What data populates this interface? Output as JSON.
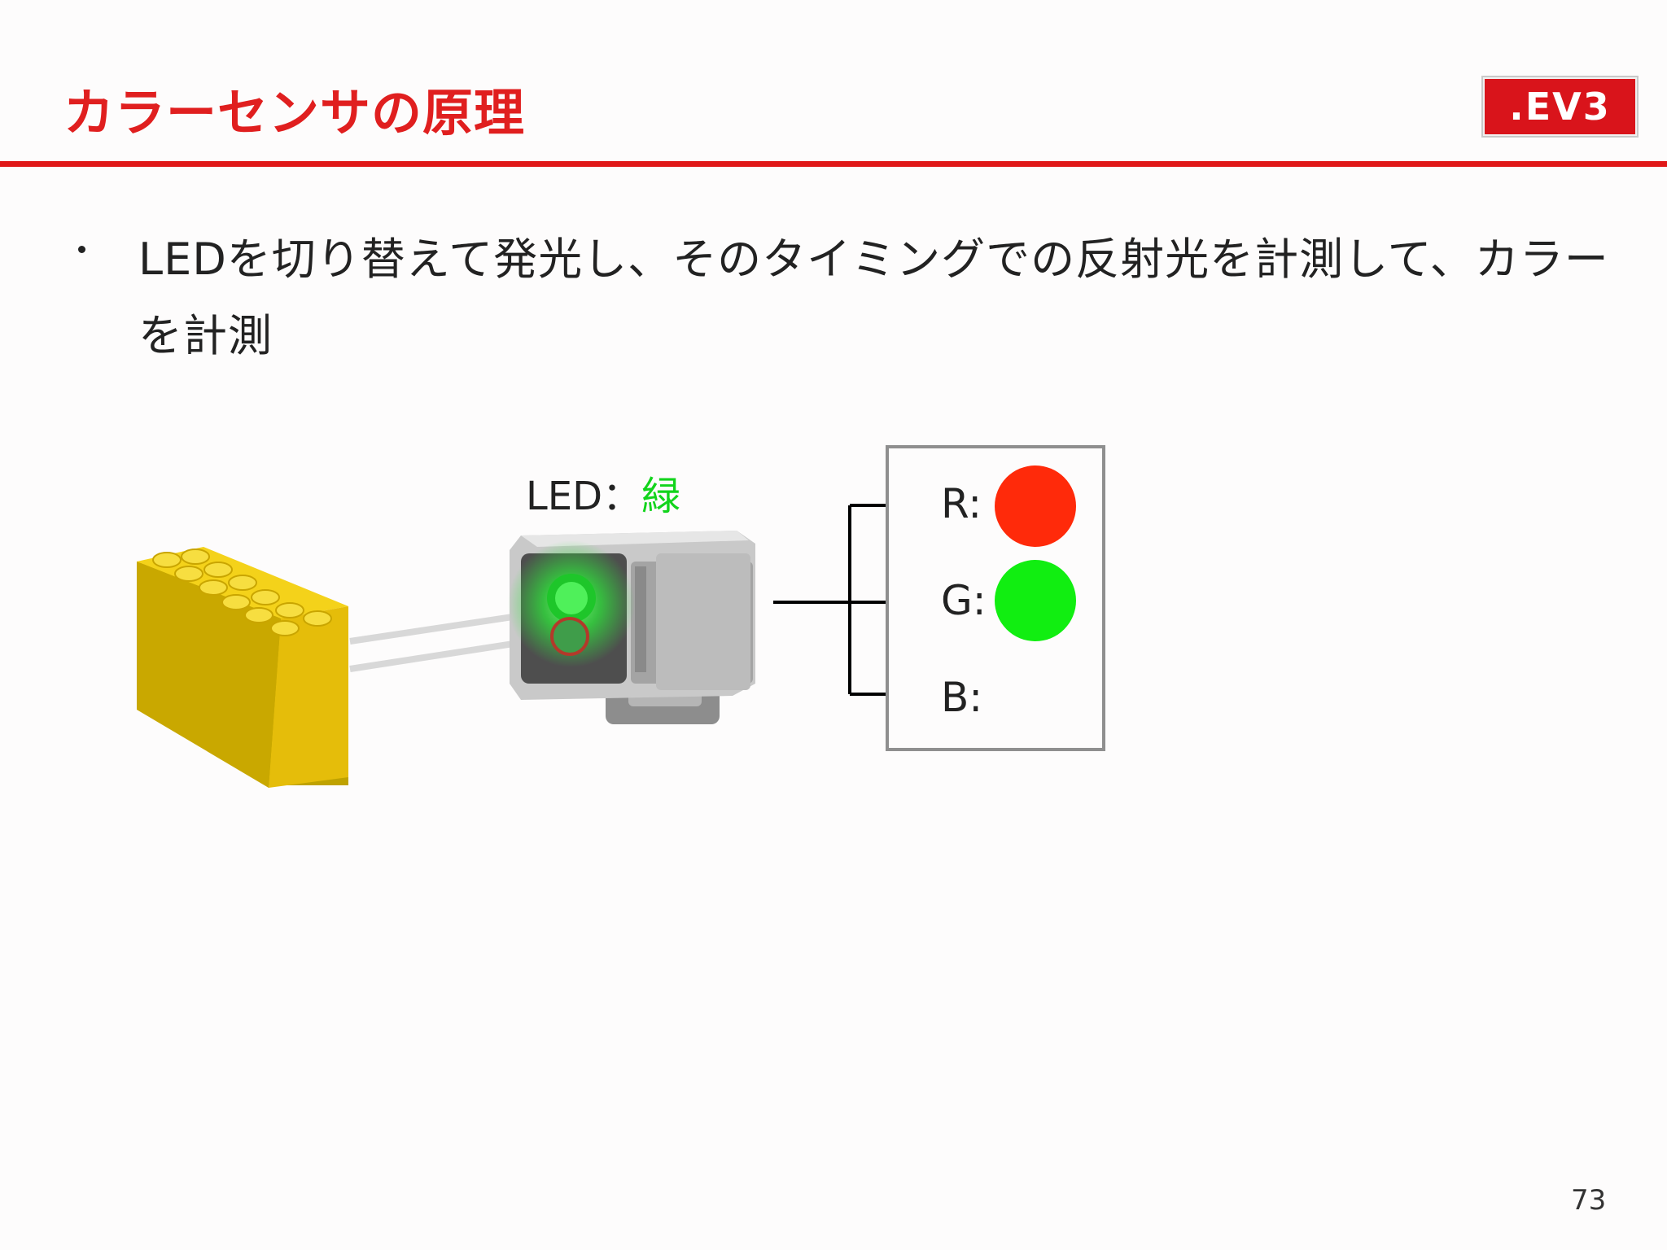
{
  "slide": {
    "title": "カラーセンサの原理",
    "logo_text": ".EV3",
    "bullet": "LEDを切り替えて発光し、そのタイミングでの反射光を計測して、カラーを計測",
    "led_label": "LED：",
    "led_color_text": "緑",
    "page_number": "73"
  },
  "channels": [
    {
      "label": "R:",
      "color": "#ff2a0a",
      "lit": true
    },
    {
      "label": "G:",
      "color": "#11ee11",
      "lit": true
    },
    {
      "label": "B:",
      "color": "",
      "lit": false
    }
  ],
  "colors": {
    "accent_red": "#e01f1f",
    "led_green": "#12d41c",
    "brick_yellow": "#f1c40f"
  }
}
